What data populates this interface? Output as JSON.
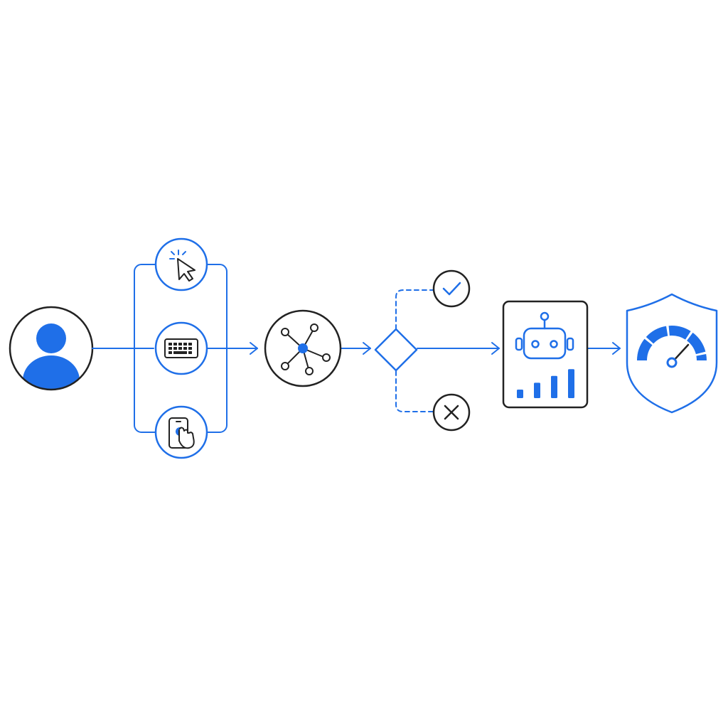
{
  "colors": {
    "background": "#ffffff",
    "accent": "#1f6fe8",
    "outline": "#222222"
  },
  "nodes": [
    {
      "id": "user",
      "icon": "user-avatar-icon"
    },
    {
      "id": "input-click",
      "icon": "mouse-click-icon"
    },
    {
      "id": "input-keyboard",
      "icon": "keyboard-icon"
    },
    {
      "id": "input-touch",
      "icon": "touch-phone-icon"
    },
    {
      "id": "hub",
      "icon": "network-hub-icon"
    },
    {
      "id": "decision",
      "icon": "decision-diamond-icon"
    },
    {
      "id": "approved",
      "icon": "checkmark-icon"
    },
    {
      "id": "rejected",
      "icon": "cross-icon"
    },
    {
      "id": "analytics",
      "icon": "robot-analytics-icon"
    },
    {
      "id": "security",
      "icon": "shield-gauge-icon"
    }
  ],
  "edges": [
    {
      "from": "user",
      "to": "input-group"
    },
    {
      "from": "input-group",
      "to": "hub"
    },
    {
      "from": "hub",
      "to": "decision"
    },
    {
      "from": "decision",
      "to": "approved",
      "style": "dashed"
    },
    {
      "from": "decision",
      "to": "rejected",
      "style": "dashed"
    },
    {
      "from": "decision",
      "to": "analytics"
    },
    {
      "from": "analytics",
      "to": "security"
    }
  ],
  "analytics_bars": [
    0.25,
    0.45,
    0.65,
    0.85
  ]
}
